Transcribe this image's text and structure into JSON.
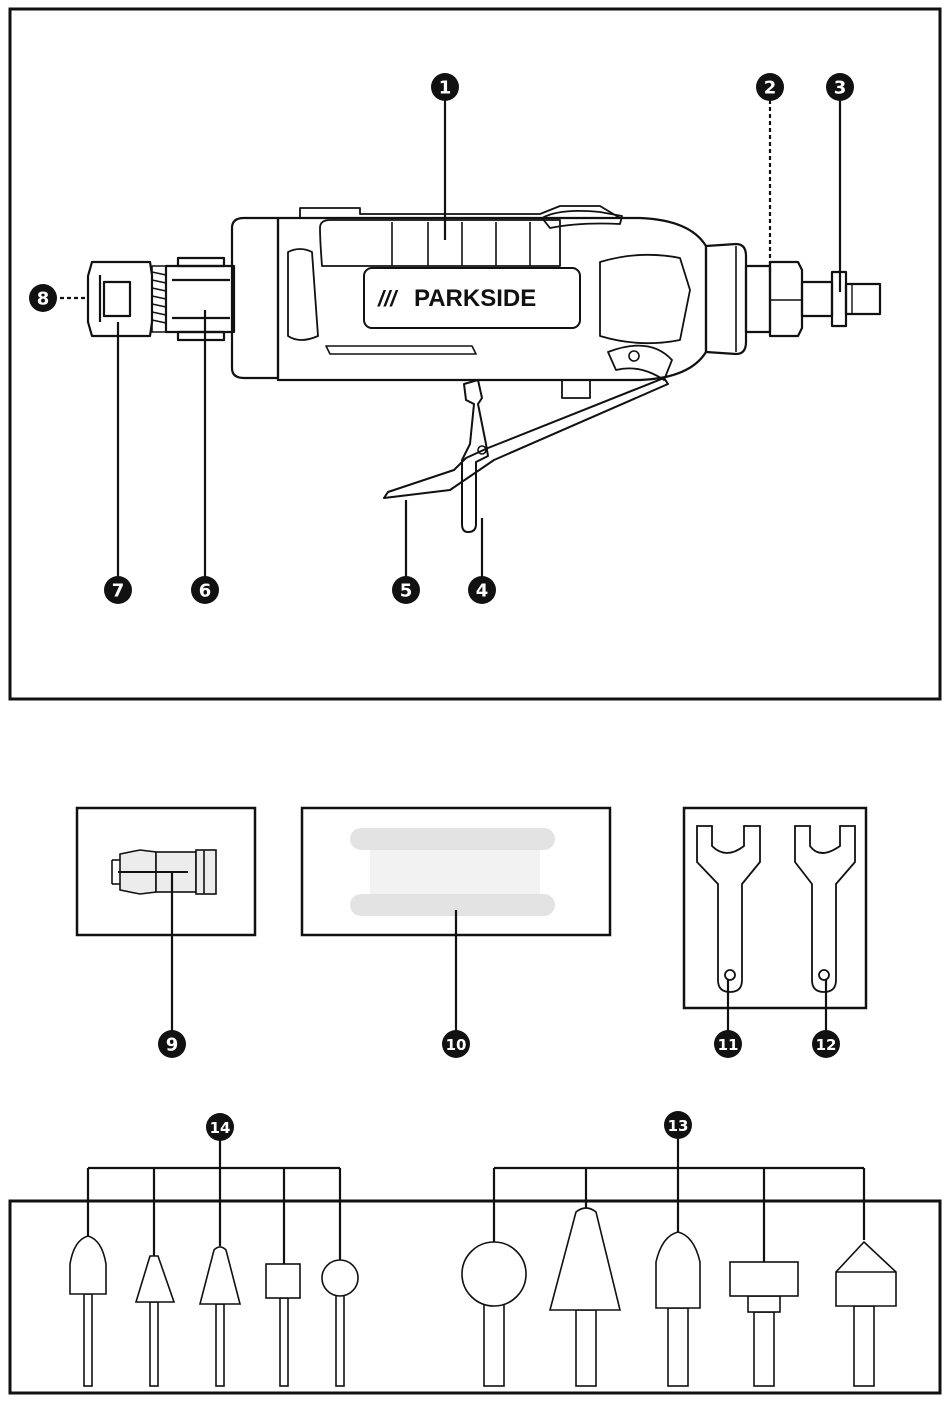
{
  "brand": {
    "text": "PARKSIDE",
    "slashes": "///"
  },
  "callouts": {
    "c1": "1",
    "c2": "2",
    "c3": "3",
    "c4": "4",
    "c5": "5",
    "c6": "6",
    "c7": "7",
    "c8": "8",
    "c9": "9",
    "c10": "10",
    "c11": "11",
    "c12": "12",
    "c13": "13",
    "c14": "14"
  },
  "colors": {
    "ink": "#111111",
    "light_fill": "#ececec",
    "paper": "#ffffff"
  }
}
